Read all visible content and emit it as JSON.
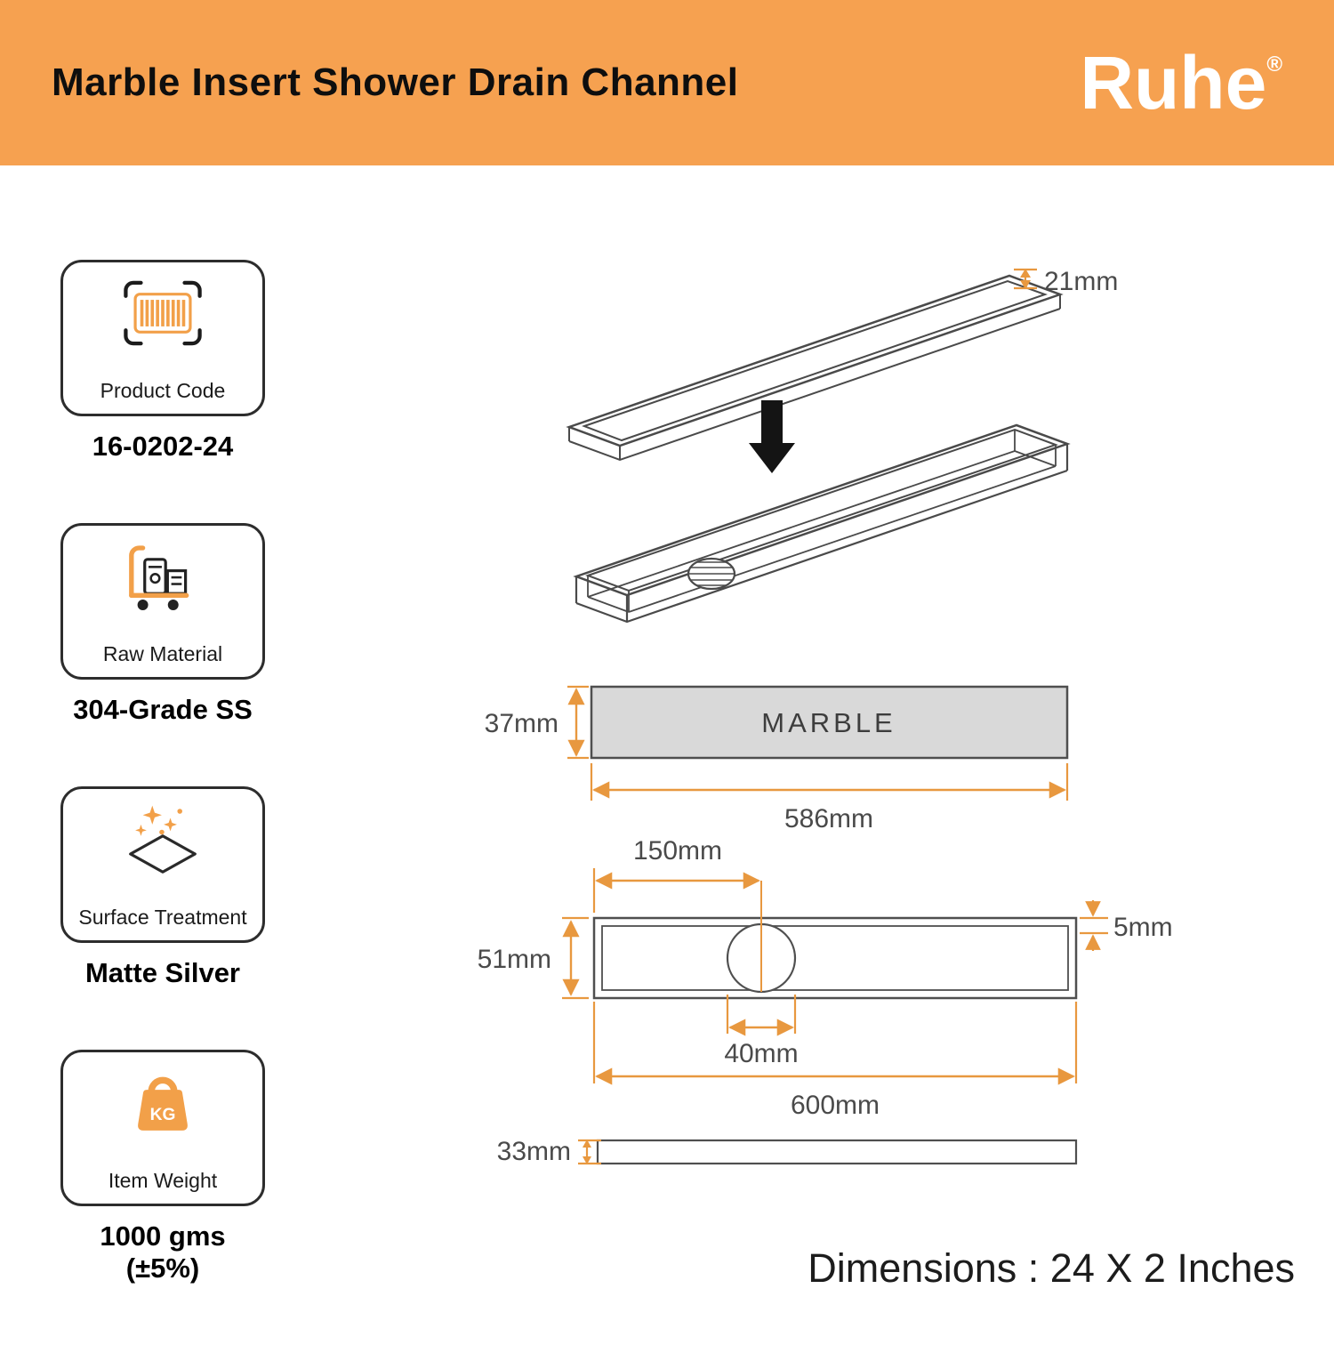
{
  "header": {
    "title": "Marble Insert Shower Drain Channel",
    "brand": "Ruhe",
    "registered": "®"
  },
  "specs": [
    {
      "icon": "barcode-icon",
      "label": "Product Code",
      "value": "16-0202-24"
    },
    {
      "icon": "trolley-icon",
      "label": "Raw Material",
      "value": "304-Grade SS"
    },
    {
      "icon": "sparkle-icon",
      "label": "Surface Treatment",
      "value": "Matte Silver"
    },
    {
      "icon": "weight-icon",
      "label": "Item Weight",
      "value": "1000 gms (±5%)",
      "icon_text": "KG"
    }
  ],
  "drawings": {
    "exploded": {
      "top_frame_height": "21mm"
    },
    "marble_view": {
      "label": "MARBLE",
      "height": "37mm",
      "width": "586mm"
    },
    "top_view": {
      "drain_offset": "150mm",
      "height": "51mm",
      "rim": "5mm",
      "drain_diameter": "40mm",
      "width": "600mm"
    },
    "profile_view": {
      "height": "33mm"
    }
  },
  "footer": {
    "dimensions": "Dimensions : 24 X 2 Inches"
  },
  "colors": {
    "header_bg": "#F6A150",
    "accent": "#E8983F"
  }
}
